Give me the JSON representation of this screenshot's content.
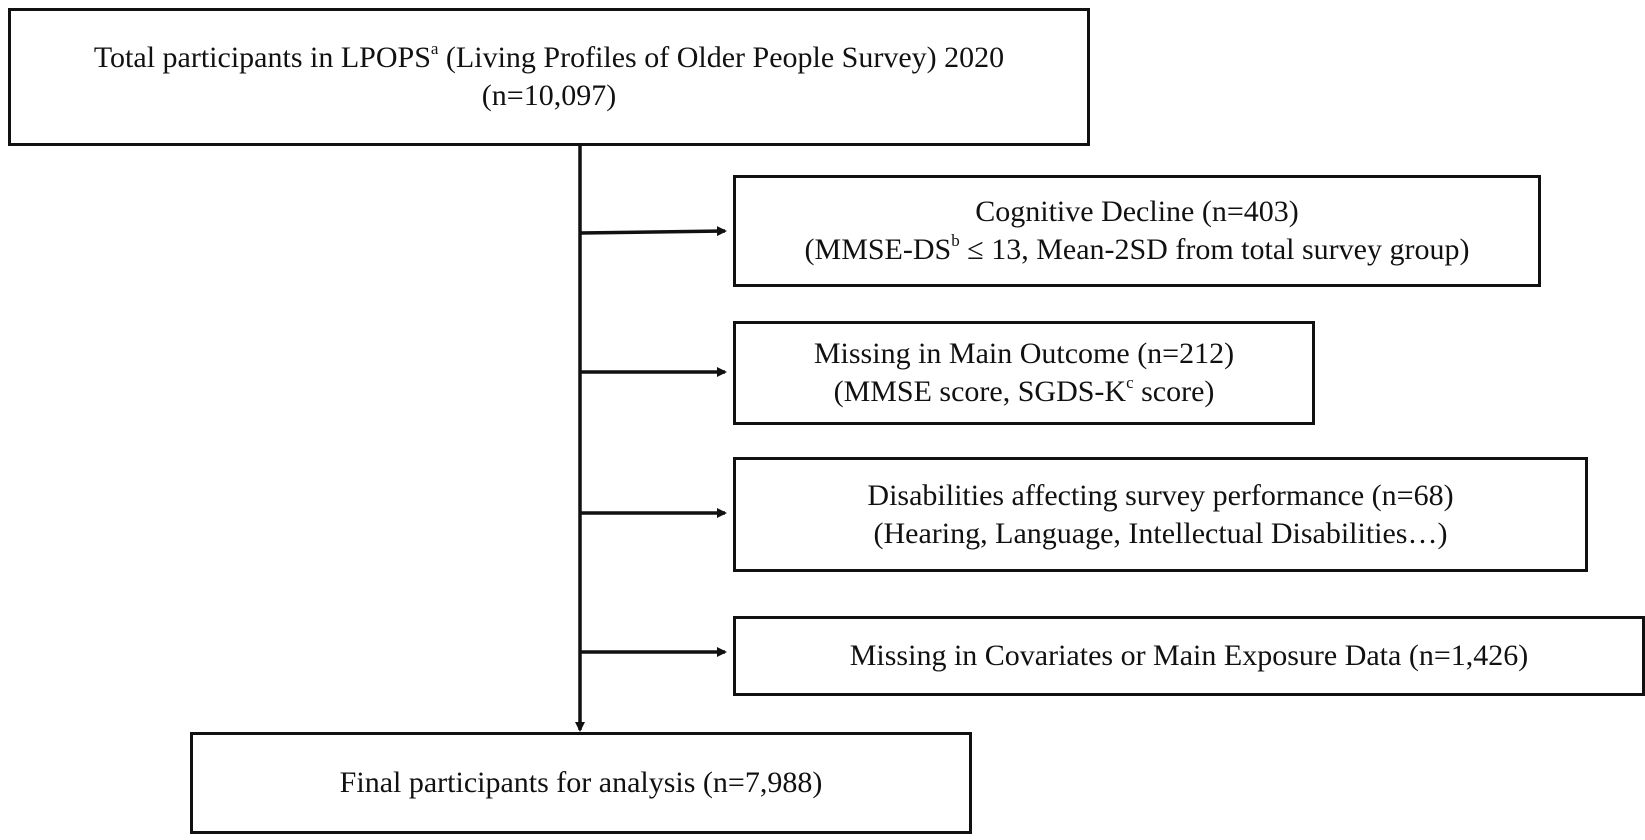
{
  "boxes": {
    "total": {
      "line1_before": "Total participants in LPOPS",
      "line1_sup": "a",
      "line1_after": " (Living Profiles of Older People Survey) 2020",
      "line2": "(n=10,097)"
    },
    "cognitive": {
      "line1": "Cognitive Decline (n=403)",
      "line2_before": "(MMSE-DS",
      "line2_sup": "b",
      "line2_after": " ≤ 13, Mean-2SD from total survey group)"
    },
    "missing_outcome": {
      "line1": "Missing in Main Outcome (n=212)",
      "line2_before": "(MMSE score, SGDS-K",
      "line2_sup": "c",
      "line2_after": " score)"
    },
    "disabilities": {
      "line1": "Disabilities affecting survey performance (n=68)",
      "line2": "(Hearing, Language, Intellectual Disabilities…)"
    },
    "missing_covariates": {
      "line1": "Missing in Covariates or Main Exposure Data (n=1,426)"
    },
    "final": {
      "line1": "Final participants for analysis (n=7,988)"
    }
  }
}
